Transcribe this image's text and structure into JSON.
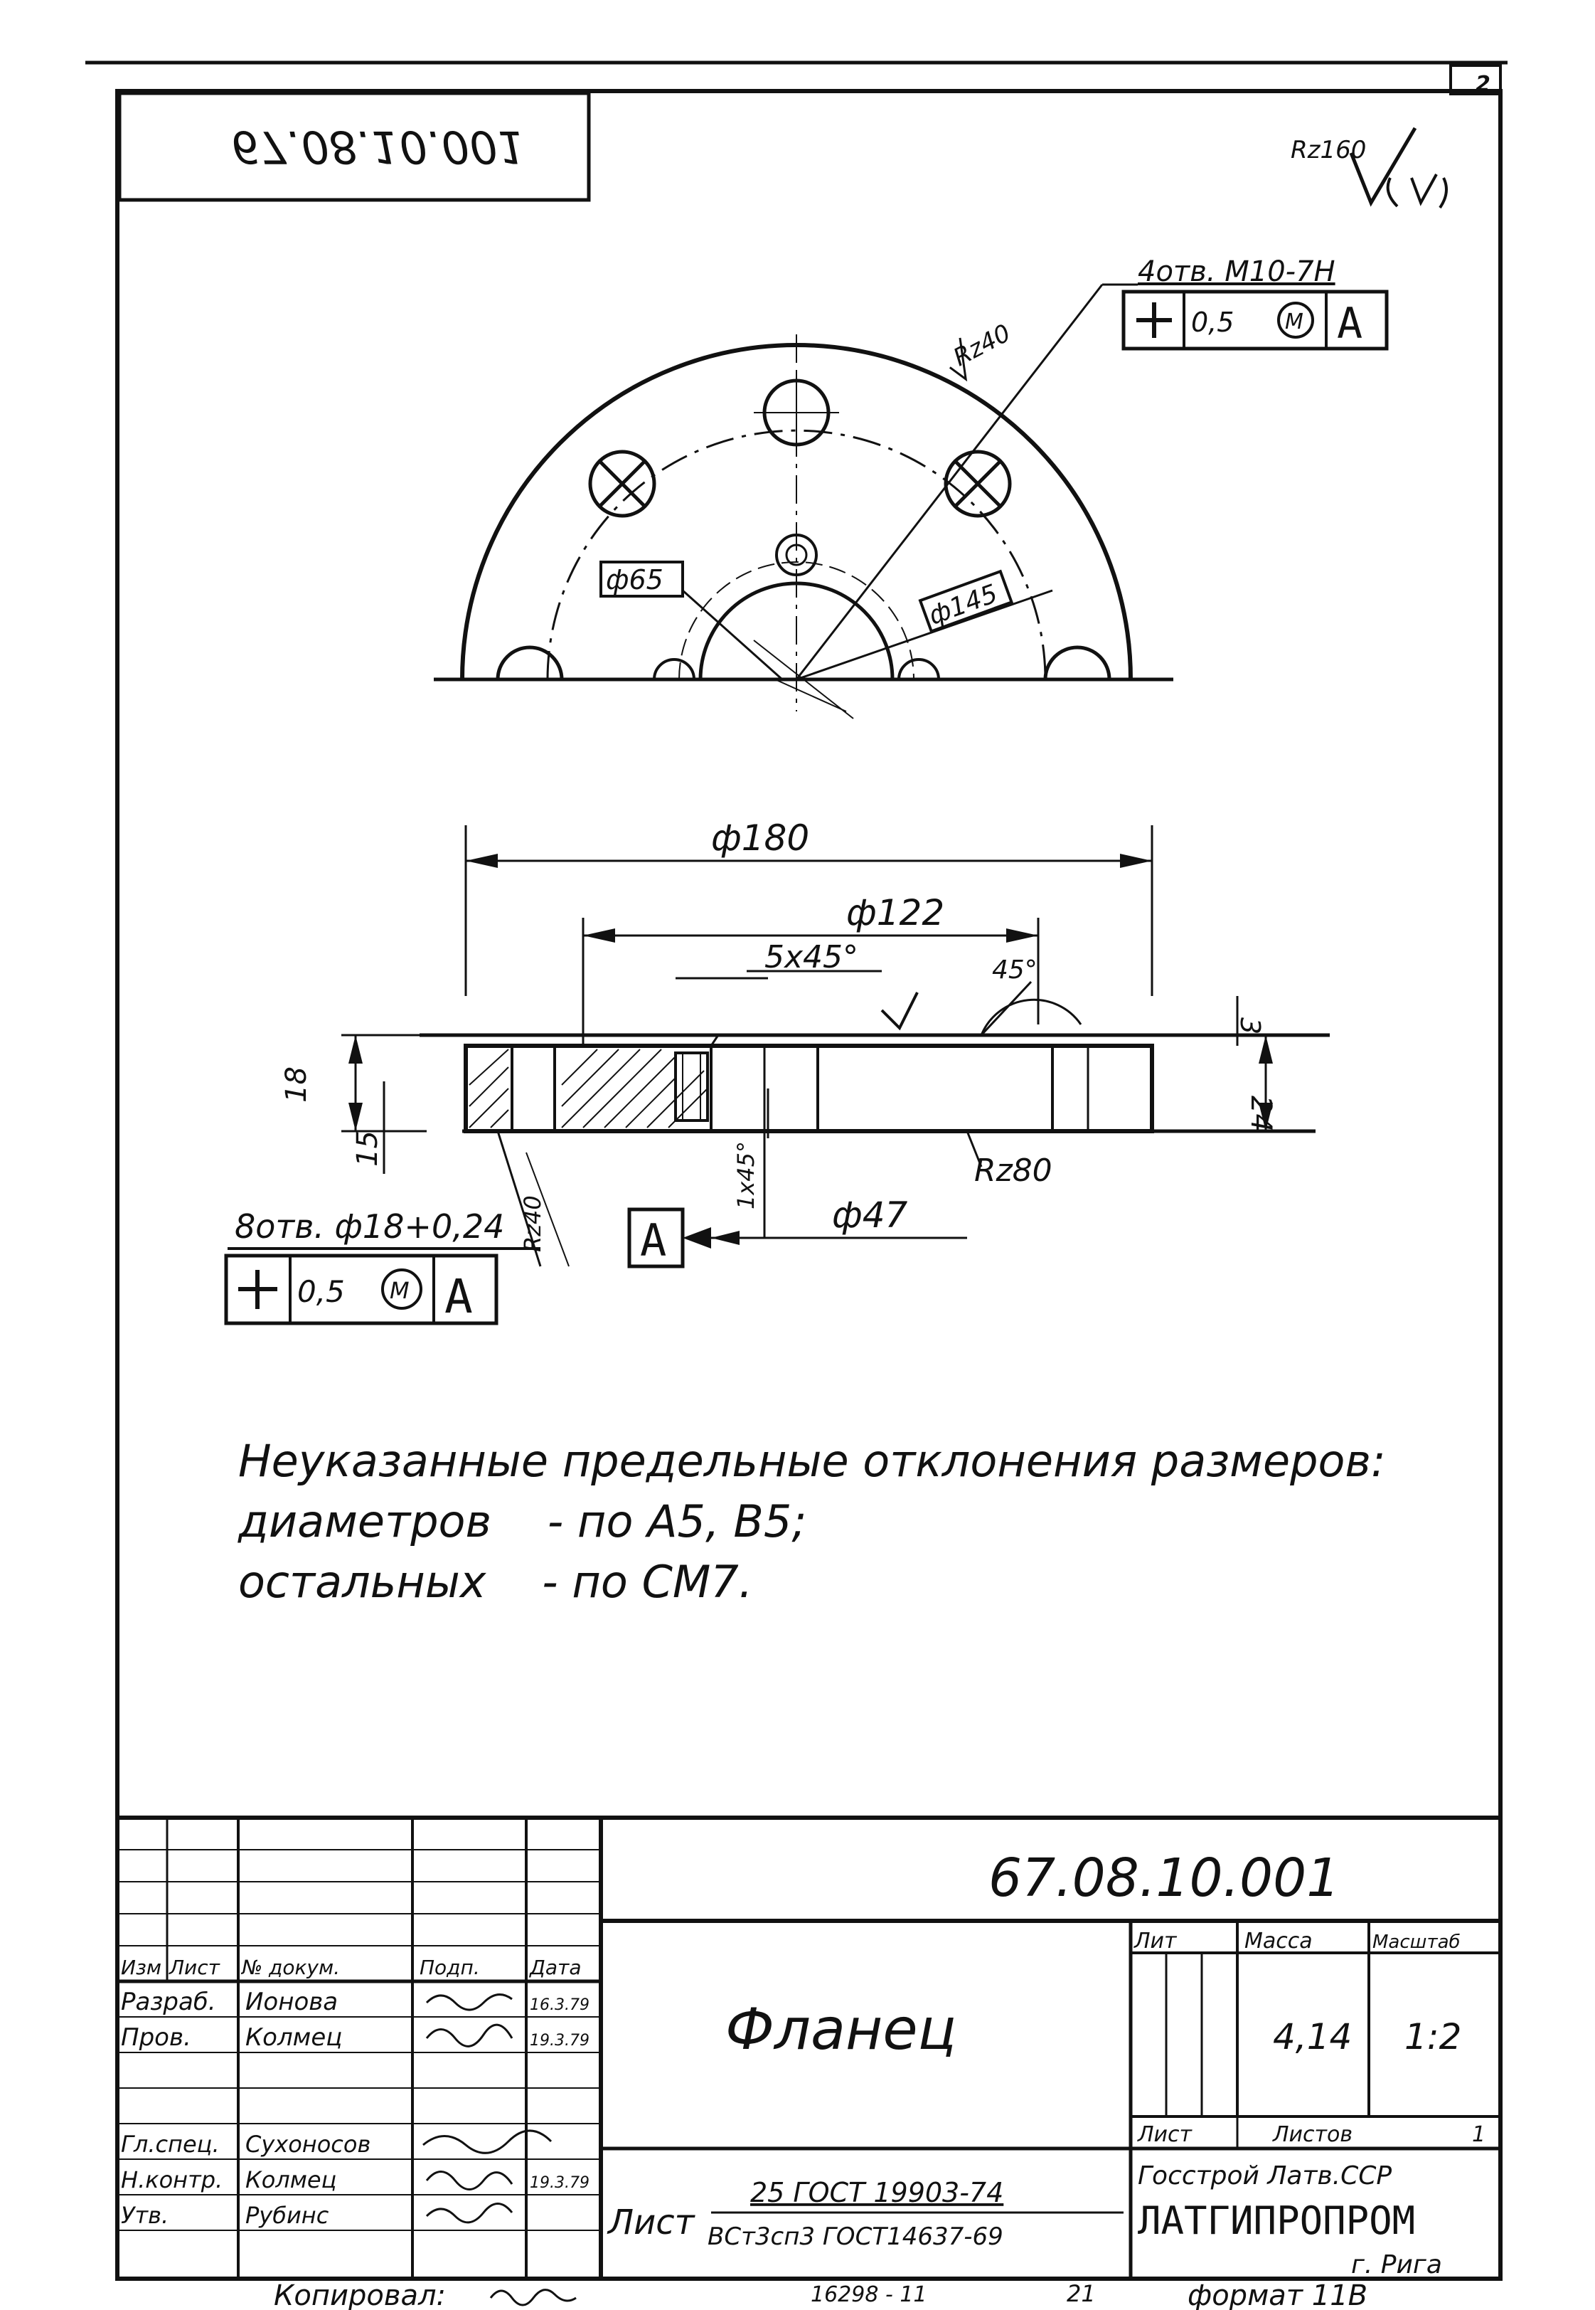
{
  "drawing": {
    "code_mirrored": "67.08.10.001",
    "sheet_number_corner": "2",
    "general_roughness": "Rz160",
    "surface_roughness": [
      "Rz40",
      "Rz40",
      "Rz80"
    ],
    "top_view": {
      "holes_spec": "4отв. M10-7H",
      "frame_top": [
        "0,5",
        "M",
        "A"
      ],
      "dim_d65": "ф65",
      "dim_d145": "ф145"
    },
    "section_view": {
      "dim_d180": "ф180",
      "dim_d122": "ф122",
      "chamfer_top": "5x45°",
      "angle": "45°",
      "dim_3": "3",
      "dim_24": "24",
      "dim_18": "18",
      "dim_15": "15",
      "chamfer_small": "1x45°",
      "dim_d47": "ф47",
      "holes_spec": "8отв. ф18+0,24",
      "frame_bottom": [
        "0,5",
        "M",
        "A"
      ],
      "datum": "A"
    },
    "note": [
      "Неуказанные предельные отклонения размеров:",
      "диаметров    - по A5, B5;",
      "остальных    - по CM7."
    ]
  },
  "title_block": {
    "code": "67.08.10.001",
    "part_name": "Фланец",
    "headers": {
      "izm": "Изм",
      "list": "Лист",
      "doc": "№ докум.",
      "sign": "Подп.",
      "date": "Дата"
    },
    "rows": [
      {
        "role": "Разраб.",
        "name": "Ионова",
        "date": "16.3.79"
      },
      {
        "role": "Пров.",
        "name": "Колмец",
        "date": "19.3.79"
      },
      {
        "role": "Гл.спец.",
        "name": "Сухоносов",
        "date": ""
      },
      {
        "role": "Н.контр.",
        "name": "Колмец",
        "date": "19.3.79"
      },
      {
        "role": "Утв.",
        "name": "Рубинс",
        "date": ""
      }
    ],
    "lit_label": "Лит",
    "mass_label": "Масса",
    "scale_label": "Масштаб",
    "mass": "4,14",
    "scale": "1:2",
    "sheet_label": "Лист",
    "sheets_label": "Листов",
    "sheets_count": "1",
    "material_label": "Лист",
    "material_line1": "25 ГОСТ 19903-74",
    "material_line2": "ВСт3сп3 ГОСТ14637-69",
    "org1": "Госстрой Латв.ССР",
    "org2": "ЛАТГИПРОПРОМ",
    "org3": "г. Рига"
  },
  "footer": {
    "copied": "Копировал:",
    "order": "16298 - 11",
    "page": "21",
    "format": "формат 11В"
  }
}
